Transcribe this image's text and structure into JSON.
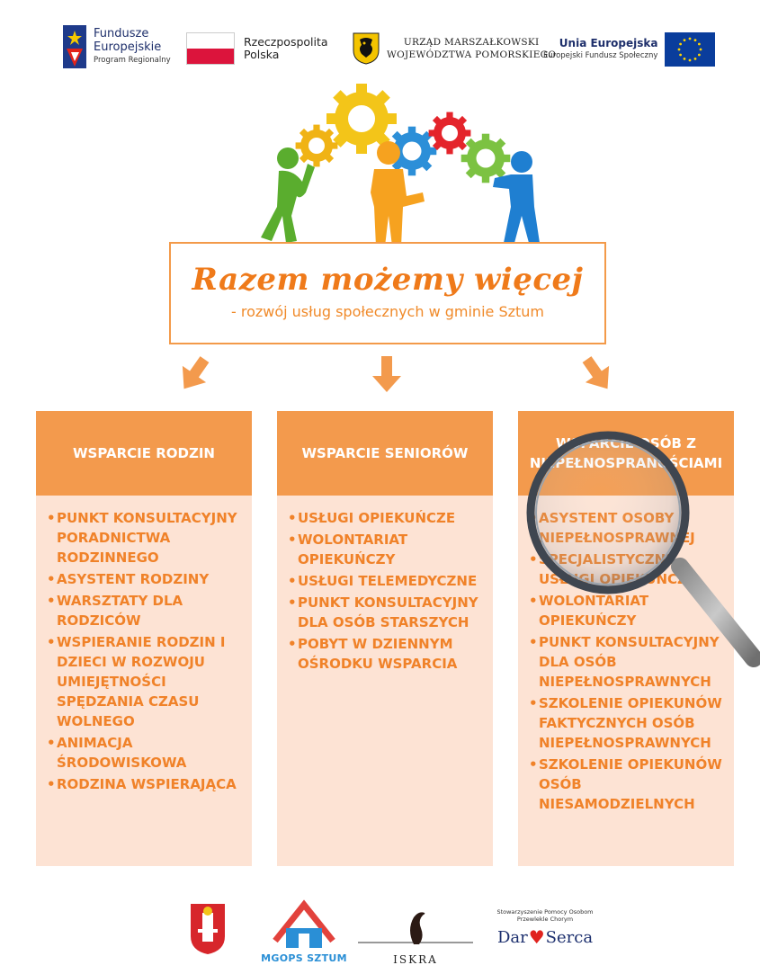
{
  "header_logos": {
    "fe": {
      "line1": "Fundusze",
      "line2": "Europejskie",
      "line3": "Program Regionalny"
    },
    "rp": {
      "line1": "Rzeczpospolita",
      "line2": "Polska"
    },
    "um": {
      "line1": "URZĄD MARSZAŁKOWSKI",
      "line2": "WOJEWÓDZTWA POMORSKIEGO"
    },
    "ue": {
      "line1": "Unia Europejska",
      "line2": "Europejski Fundusz Społeczny"
    }
  },
  "title": {
    "main": "Razem możemy więcej",
    "sub": "- rozwój usług społecznych w gminie Sztum"
  },
  "columns": [
    {
      "heading": "WSPARCIE RODZIN",
      "items": [
        "PUNKT KONSULTACYJNY PORADNICTWA RODZINNEGO",
        "ASYSTENT RODZINY",
        "WARSZTATY DLA RODZICÓW",
        "WSPIERANIE RODZIN I DZIECI W ROZWOJU UMIEJĘTNOŚCI SPĘDZANIA CZASU WOLNEGO",
        "ANIMACJA ŚRODOWISKOWA",
        "RODZINA WSPIERAJĄCA"
      ]
    },
    {
      "heading": "WSPARCIE SENIORÓW",
      "items": [
        "USŁUGI OPIEKUŃCZE",
        "WOLONTARIAT OPIEKUŃCZY",
        "USŁUGI TELEMEDYCZNE",
        "PUNKT KONSULTACYJNY DLA OSÓB STARSZYCH",
        "POBYT W DZIENNYM OŚRODKU WSPARCIA"
      ]
    },
    {
      "heading": "WSPARCIE OSÓB Z NIEPEŁNOSPRANOŚCIAMI",
      "items": [
        "ASYSTENT OSOBY NIEPEŁNOSPRAWNEJ",
        "SPECJALISTYCZNE USŁUGI OPIEKUŃCZE",
        "WOLONTARIAT OPIEKUŃCZY",
        "PUNKT KONSULTACYJNY DLA OSÓB NIEPEŁNOSPRAWNYCH",
        "SZKOLENIE OPIEKUNÓW FAKTYCZNYCH OSÓB NIEPEŁNOSPRAWNYCH",
        "SZKOLENIE OPIEKUNÓW OSÓB NIESAMODZIELNYCH"
      ]
    }
  ],
  "footer_logos": {
    "mgops": "MGOPS SZTUM",
    "iskra": "ISKRA",
    "darserca_org": "Stowarzyszenie Pomocy Osobom Przewlekle Chorym",
    "darserca_name_1": "Dar",
    "darserca_name_2": "Serca"
  },
  "colors": {
    "accent": "#f39a4d",
    "accent_text": "#f08229",
    "column_bg": "#fde3d4",
    "title": "#ef7a1a"
  },
  "icons": [
    "eu-funds-icon",
    "polish-flag-icon",
    "pomorskie-crest-icon",
    "eu-flag-icon",
    "gears-people-icon",
    "arrow-down-icon",
    "magnifier-icon",
    "sztum-crest-icon",
    "mgops-house-icon",
    "iskra-horse-icon",
    "heart-hands-icon"
  ]
}
